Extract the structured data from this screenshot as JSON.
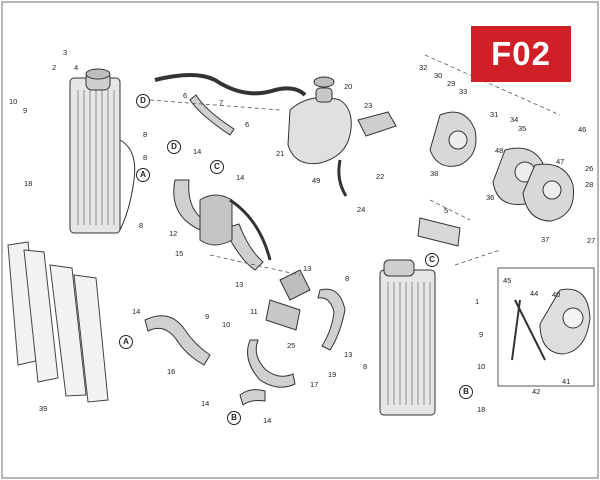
{
  "badge": "F02",
  "callouts": {
    "c1": "1",
    "c2": "2",
    "c3": "3",
    "c4": "4",
    "c5": "5",
    "c6a": "6",
    "c6b": "6",
    "c7": "7",
    "c8a": "8",
    "c8b": "8",
    "c8c": "8",
    "c8d": "8",
    "c9a": "9",
    "c9b": "9",
    "c9c": "9",
    "c10a": "10",
    "c10b": "10",
    "c10c": "10",
    "c11": "11",
    "c12": "12",
    "c13a": "13",
    "c13b": "13",
    "c13c": "13",
    "c14a": "14",
    "c14b": "14",
    "c14c": "14",
    "c14d": "14",
    "c15": "15",
    "c16": "16",
    "c17": "17",
    "c18a": "18",
    "c18b": "18",
    "c19": "19",
    "c20": "20",
    "c21": "21",
    "c22": "22",
    "c23": "23",
    "c24": "24",
    "c25": "25",
    "c26": "26",
    "c27": "27",
    "c28": "28",
    "c29": "29",
    "c30": "30",
    "c31": "31",
    "c32": "32",
    "c33": "33",
    "c34": "34",
    "c35": "35",
    "c36": "36",
    "c37": "37",
    "c38": "38",
    "c39": "39",
    "c40": "40",
    "c41": "41",
    "c42": "42",
    "c44": "44",
    "c45": "45",
    "c46": "46",
    "c47": "47",
    "c48": "48",
    "c49": "49"
  },
  "markers": {
    "mA1": "A",
    "mA2": "A",
    "mB1": "B",
    "mB2": "B",
    "mC1": "C",
    "mC2": "C",
    "mD1": "D",
    "mD2": "D"
  },
  "colors": {
    "badge": "#d01f27",
    "line": "#333333",
    "part_fill": "#dcdcdc",
    "border": "#9a9a9a"
  }
}
